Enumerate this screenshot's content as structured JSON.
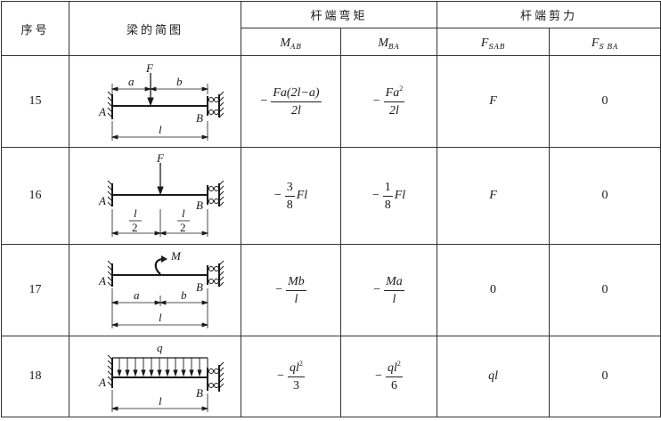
{
  "header": {
    "seq": "序号",
    "sketch": "梁的简图",
    "moment": "杆端弯矩",
    "shear": "杆端剪力",
    "m_ab": "M",
    "m_ab_sub": "AB",
    "m_ba": "M",
    "m_ba_sub": "BA",
    "f_sab": "F",
    "f_sab_sub": "SAB",
    "f_sba": "F",
    "f_sba_sub": "S BA"
  },
  "rows": [
    {
      "id": "15",
      "diagram": {
        "load": "F",
        "seg1": "a",
        "seg2": "b",
        "span": "l",
        "left": "A",
        "right": "B"
      },
      "m_ab": {
        "sign": "−",
        "num": "Fa(2l−a)",
        "den": "2l",
        "tail": ""
      },
      "m_ba": {
        "sign": "−",
        "num": "Fa",
        "num_sup": "2",
        "den": "2l",
        "tail": ""
      },
      "f_sab": "F",
      "f_sba": "0"
    },
    {
      "id": "16",
      "diagram": {
        "load": "F",
        "seg1_num": "l",
        "seg1_den": "2",
        "seg2_num": "l",
        "seg2_den": "2",
        "left": "A",
        "right": "B"
      },
      "m_ab": {
        "sign": "−",
        "num": "3",
        "den": "8",
        "tail": "Fl"
      },
      "m_ba": {
        "sign": "−",
        "num": "1",
        "den": "8",
        "tail": "Fl"
      },
      "f_sab": "F",
      "f_sba": "0"
    },
    {
      "id": "17",
      "diagram": {
        "load": "M",
        "seg1": "a",
        "seg2": "b",
        "span": "l",
        "left": "A",
        "right": "B"
      },
      "m_ab": {
        "sign": "−",
        "num": "Mb",
        "den": "l",
        "tail": ""
      },
      "m_ba": {
        "sign": "−",
        "num": "Ma",
        "den": "l",
        "tail": ""
      },
      "f_sab": "0",
      "f_sba": "0"
    },
    {
      "id": "18",
      "diagram": {
        "load": "q",
        "span": "l",
        "left": "A",
        "right": "B"
      },
      "m_ab": {
        "sign": "−",
        "num": "ql",
        "num_sup": "2",
        "den": "3",
        "tail": ""
      },
      "m_ba": {
        "sign": "−",
        "num": "ql",
        "num_sup": "2",
        "den": "6",
        "tail": ""
      },
      "f_sab": "ql",
      "f_sba": "0"
    }
  ]
}
